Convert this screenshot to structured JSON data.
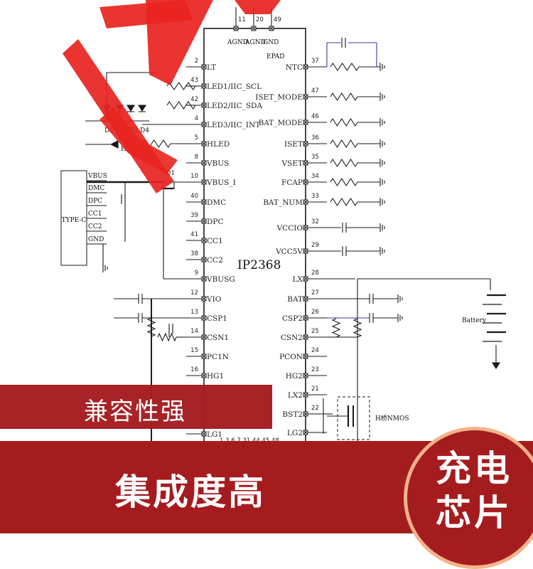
{
  "schematic": {
    "chip_name": "IP2368",
    "top_pins": [
      {
        "num": "11",
        "label": "AGND"
      },
      {
        "num": "20",
        "label": "AGND"
      },
      {
        "num": "49",
        "label": "GND"
      },
      {
        "num": "",
        "label": "EPAD"
      }
    ],
    "left_pins": [
      {
        "num": "2",
        "label": "LT"
      },
      {
        "num": "43",
        "label": "LED1/IIC_SCL"
      },
      {
        "num": "42",
        "label": "LED2/IIC_SDA"
      },
      {
        "num": "4",
        "label": "LED3/IIC_INT"
      },
      {
        "num": "5",
        "label": "HLED"
      },
      {
        "num": "8",
        "label": "VBUS"
      },
      {
        "num": "10",
        "label": "VBUS_I"
      },
      {
        "num": "40",
        "label": "DMC"
      },
      {
        "num": "39",
        "label": "DPC"
      },
      {
        "num": "41",
        "label": "CC1"
      },
      {
        "num": "38",
        "label": "CC2"
      },
      {
        "num": "9",
        "label": "VBUSG"
      },
      {
        "num": "12",
        "label": "VIO"
      },
      {
        "num": "13",
        "label": "CSP1"
      },
      {
        "num": "14",
        "label": "CSN1"
      },
      {
        "num": "15",
        "label": "PC1N"
      },
      {
        "num": "16",
        "label": "HG1"
      },
      {
        "num": "",
        "label": "LG1"
      }
    ],
    "right_pins": [
      {
        "num": "37",
        "label": "NTC"
      },
      {
        "num": "47",
        "label": "ISET_MODE"
      },
      {
        "num": "46",
        "label": "BAT_MODE"
      },
      {
        "num": "36",
        "label": "ISET"
      },
      {
        "num": "35",
        "label": "VSET"
      },
      {
        "num": "34",
        "label": "FCAP"
      },
      {
        "num": "33",
        "label": "BAT_NUM"
      },
      {
        "num": "32",
        "label": "VCCIO"
      },
      {
        "num": "29",
        "label": "VCC5V"
      },
      {
        "num": "28",
        "label": "LX"
      },
      {
        "num": "27",
        "label": "BAT"
      },
      {
        "num": "26",
        "label": "CSP2"
      },
      {
        "num": "25",
        "label": "CSN2"
      },
      {
        "num": "24",
        "label": "PCON"
      },
      {
        "num": "23",
        "label": "HG2"
      },
      {
        "num": "21",
        "label": "LX2"
      },
      {
        "num": "22",
        "label": "BST2"
      },
      {
        "num": "",
        "label": "LG2"
      }
    ],
    "bottom_pin_numbers": "1  3  6  7  31  44  45  48",
    "typec_label": "TYPE-C",
    "typec_pins": [
      "VBUS",
      "DMC",
      "DPC",
      "CC1",
      "CC2",
      "GND"
    ],
    "led_labels": [
      "D1",
      "D2",
      "D3",
      "D4"
    ],
    "hled_label": "HLED",
    "q1_label": "Q1",
    "battery_label": "Battery",
    "hbridge_label": "H桥NMOS"
  },
  "overlays": {
    "feature_banner": "兼容性强",
    "main_banner": "集成度高",
    "corner_badge_line1": "充电",
    "corner_badge_line2": "芯片"
  },
  "colors": {
    "brand_red": "#a51c1f",
    "watermark_red": "#e8231f",
    "badge_ring": "#f3b38a"
  }
}
